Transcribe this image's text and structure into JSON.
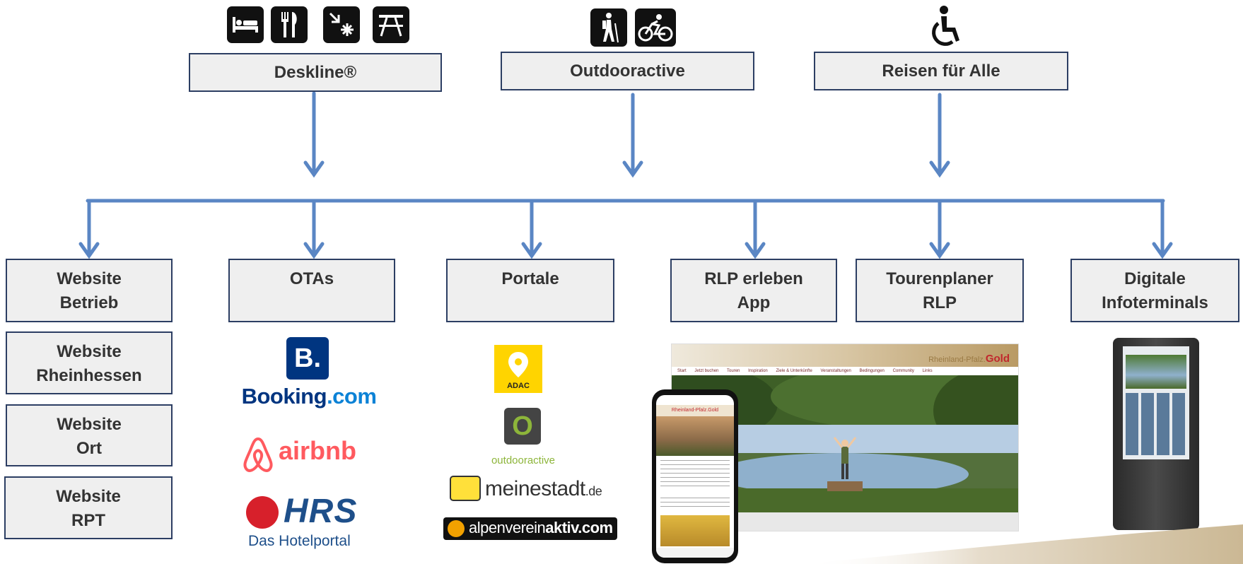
{
  "sources": [
    {
      "label": "Deskline®",
      "icons": [
        "bed-icon",
        "restaurant-icon",
        "winter-sun-icon",
        "picnic-table-icon"
      ]
    },
    {
      "label": "Outdooractive",
      "icons": [
        "hiking-icon",
        "cycling-icon"
      ]
    },
    {
      "label": "Reisen für Alle",
      "icons": [
        "wheelchair-icon"
      ]
    }
  ],
  "targets": [
    {
      "label": "Website\nBetrieb"
    },
    {
      "label": "OTAs"
    },
    {
      "label": "Portale"
    },
    {
      "label": "RLP erleben\nApp"
    },
    {
      "label": "Tourenplaner\nRLP"
    },
    {
      "label": "Digitale\nInfoterminals"
    }
  ],
  "websites": [
    {
      "label": "Website\nRheinhessen"
    },
    {
      "label": "Website\nOrt"
    },
    {
      "label": "Website\nRPT"
    }
  ],
  "ota_logos": {
    "booking_letter": "B.",
    "booking_name": "Booking",
    "booking_tld": ".com",
    "airbnb": "airbnb",
    "hrs": "HRS",
    "hrs_sub": "Das Hotelportal"
  },
  "portal_logos": {
    "adac": "ADAC",
    "outdooractive": "outdooractive",
    "meinestadt": "meinestadt",
    "meinestadt_tld": ".de",
    "alpenverein_a": "alpenverein",
    "alpenverein_b": "aktiv",
    "alpenverein_c": ".com"
  },
  "app_screenshot": {
    "site_brand": "Rheinland-Pfalz.",
    "site_brand_gold": "Gold",
    "nav": [
      "Start",
      "Jetzt buchen",
      "Touren",
      "Inspiration",
      "Ziele & Unterkünfte",
      "Veranstaltungen",
      "Bedingungen",
      "Community",
      "Links"
    ],
    "phone_brand": "Rheinland-Pfalz.Gold"
  },
  "colors": {
    "arrow": "#5a86c4",
    "box_border": "#2c3e63",
    "box_fill": "#efefef",
    "booking": "#003580",
    "airbnb": "#ff5a5f",
    "hrs": "#1e4f8a",
    "adac": "#ffd400",
    "outdooractive": "#8db53a"
  }
}
